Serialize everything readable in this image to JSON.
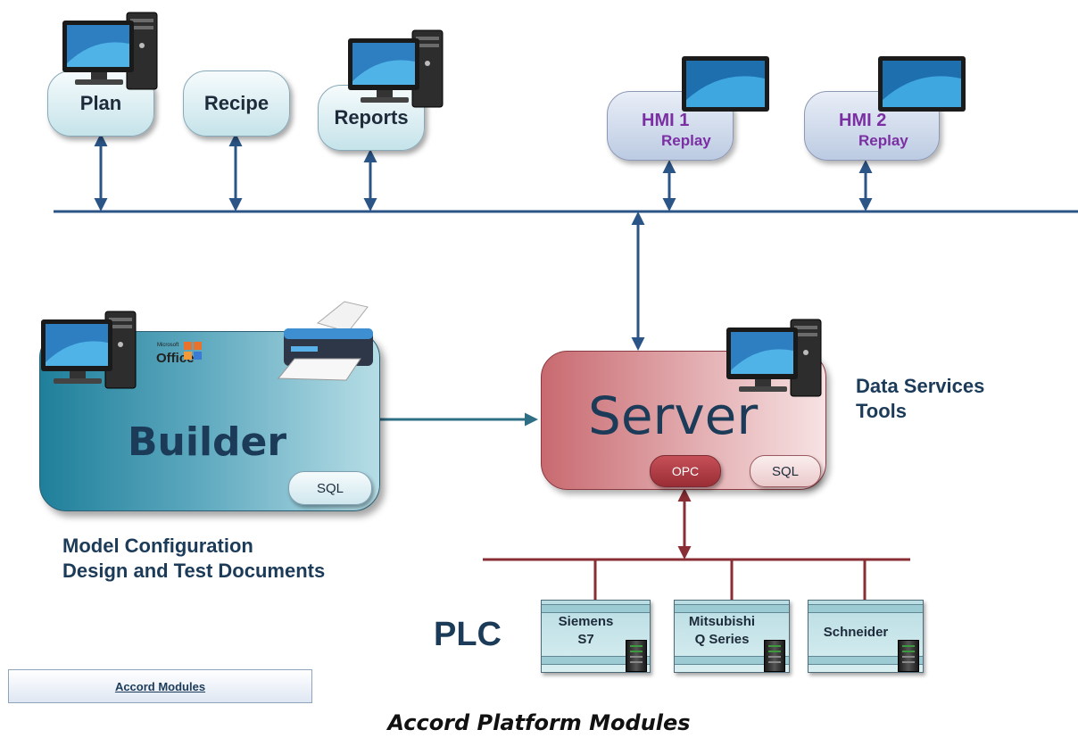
{
  "diagram": {
    "top_nodes": [
      {
        "id": "plan",
        "label": "Plan"
      },
      {
        "id": "recipe",
        "label": "Recipe"
      },
      {
        "id": "reports",
        "label": "Reports"
      }
    ],
    "hmi_nodes": [
      {
        "id": "hmi1",
        "label": "HMI 1",
        "sublabel": "Replay"
      },
      {
        "id": "hmi2",
        "label": "HMI 2",
        "sublabel": "Replay"
      }
    ],
    "builder": {
      "label": "Builder",
      "sql_label": "SQL",
      "office_brand_small": "Microsoft",
      "office_brand": "Office",
      "caption_line1": "Model Configuration",
      "caption_line2": "Design and Test Documents"
    },
    "server": {
      "label": "Server",
      "opc_label": "OPC",
      "sql_label": "SQL",
      "caption_line1": "Data Services",
      "caption_line2": "Tools"
    },
    "plc": {
      "label": "PLC",
      "devices": [
        {
          "id": "siemens",
          "line1": "Siemens",
          "line2": "S7"
        },
        {
          "id": "mitsubishi",
          "line1": "Mitsubishi",
          "line2": "Q Series"
        },
        {
          "id": "schneider",
          "line1": "Schneider",
          "line2": ""
        }
      ]
    },
    "link_button": "Accord Modules",
    "caption": "Accord Platform Modules"
  },
  "colors": {
    "network_line": "#2b5586",
    "plc_line": "#8a2e35",
    "builder_gradient": [
      "#1f7f9a",
      "#b6dde6"
    ],
    "server_gradient": [
      "#c86a70",
      "#f7e2e3"
    ],
    "hmi_text": "#7b2fa3",
    "label_dark": "#1d2b3a"
  }
}
